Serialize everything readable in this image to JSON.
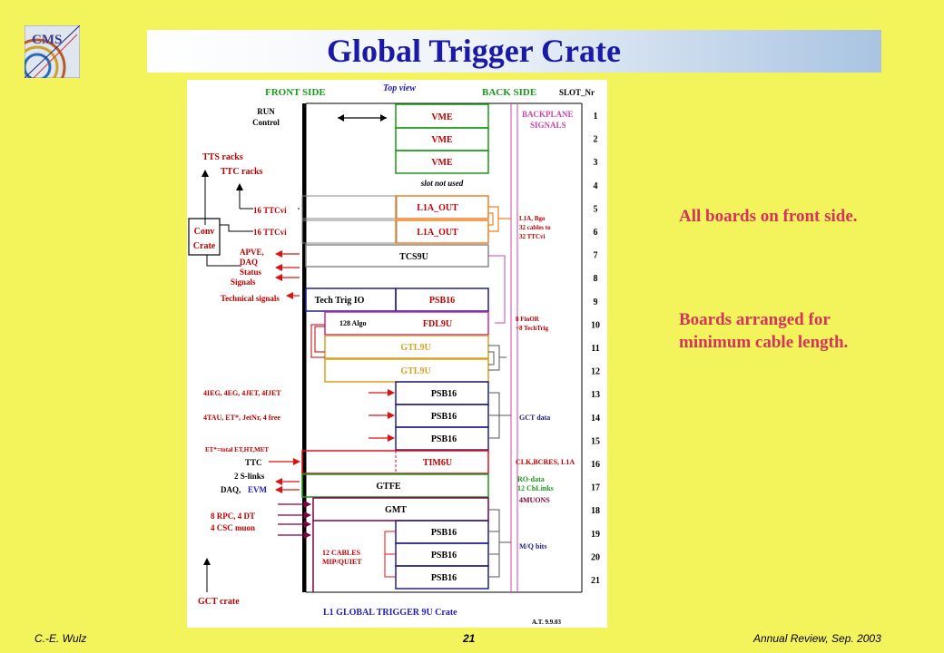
{
  "slide": {
    "title": "Global Trigger Crate",
    "notes": [
      "All boards on front side.",
      "Boards arranged for minimum cable length."
    ],
    "footer": {
      "author": "C.-E. Wulz",
      "page": "21",
      "event": "Annual Review, Sep. 2003"
    },
    "logo_text": "CMS"
  },
  "diagram": {
    "headers": {
      "front": "FRONT SIDE",
      "top": "Top view",
      "back": "BACK SIDE",
      "slot": "SLOT_Nr"
    },
    "slots": [
      "1",
      "2",
      "3",
      "4",
      "5",
      "6",
      "7",
      "8",
      "9",
      "10",
      "11",
      "12",
      "13",
      "14",
      "15",
      "16",
      "17",
      "18",
      "19",
      "20",
      "21"
    ],
    "modules": {
      "vme1": "VME",
      "vme2": "VME",
      "vme3": "VME",
      "slot_unused": "slot not used",
      "l1a_out1": "L1A_OUT",
      "l1a_out2": "L1A_OUT",
      "tcs9u": "TCS9U",
      "tech_trig_io": "Tech Trig IO",
      "psb16_9": "PSB16",
      "algo": "128 Algo",
      "fdl9u": "FDL9U",
      "gtl9u_a": "GTL9U",
      "gtl9u_b": "GTL9U",
      "psb16_13": "PSB16",
      "psb16_14": "PSB16",
      "psb16_15": "PSB16",
      "tim6u": "TIM6U",
      "gtfe": "GTFE",
      "gmt": "GMT",
      "psb16_19": "PSB16",
      "psb16_20": "PSB16",
      "psb16_21": "PSB16",
      "cables": [
        "12 CABLES",
        "MIP/QUIET"
      ]
    },
    "left_labels": {
      "run_control": [
        "RUN",
        "Control"
      ],
      "tts_racks": "TTS racks",
      "ttc_racks": "TTC racks",
      "ttcvi_1": "16 TTCvi",
      "ttcvi_2": "16 TTCvi",
      "conv_crate": [
        "Conv",
        "Crate"
      ],
      "status": [
        "APVE,",
        "DAQ",
        "Status",
        "Signals",
        "Technical signals"
      ],
      "calo_1": "4IEG, 4EG, 4JET,  4fJET",
      "calo_2": "4TAU, ET*, JetNr, 4 free",
      "et_note": "ET*=total ET,HT,MET",
      "ttc": "TTC",
      "slinks": "2 S-links",
      "daq": "DAQ,",
      "evm": "EVM",
      "muon": [
        "8 RPC, 4 DT",
        "4 CSC muon"
      ],
      "gct_crate": "GCT crate"
    },
    "right_labels": {
      "backplane": [
        "BACKPLANE",
        "SIGNALS"
      ],
      "l1a_bgo": [
        "L1A, Bgo",
        "32 cables to",
        "32 TTCvi"
      ],
      "finor": [
        "8 FinOR",
        "+8 TechTrig"
      ],
      "gct_data": "GCT data",
      "clk": "CLK,BCRES, L1A",
      "ro": [
        "RO-data",
        "12 ChLinks",
        "4MUONS"
      ],
      "mq": "M/Q bits"
    },
    "bottom": {
      "crate": "L1 GLOBAL TRIGGER  9U Crate",
      "author": "A.T. 9.9.03"
    }
  }
}
